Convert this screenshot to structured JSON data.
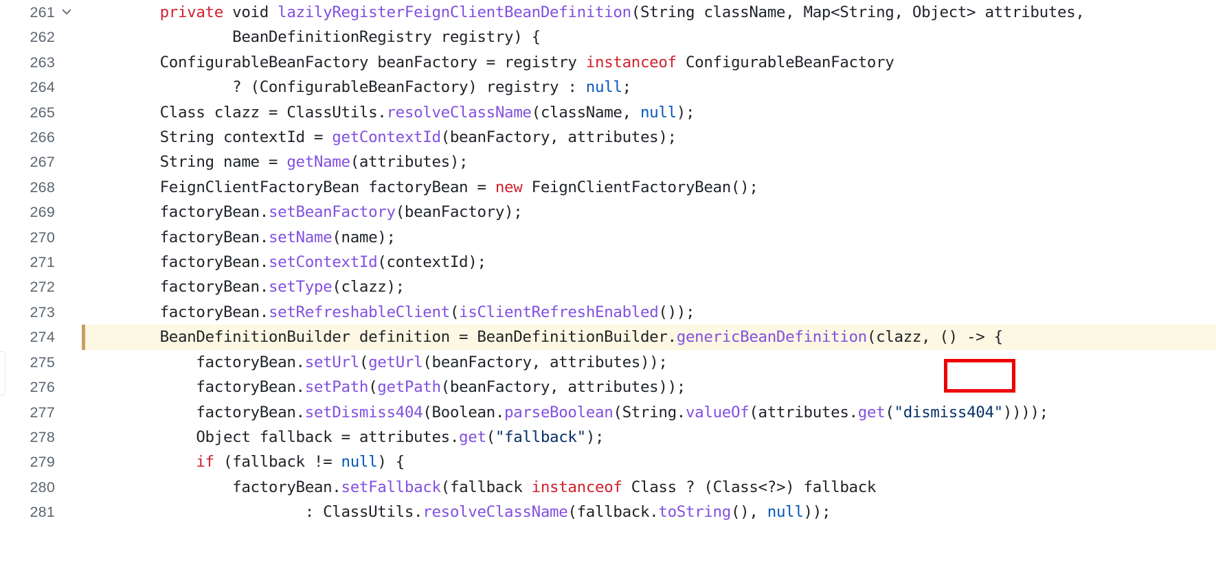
{
  "editor": {
    "kind": "code-viewer",
    "language": "java",
    "theme": "github-light",
    "colors": {
      "background": "#ffffff",
      "text": "#1f2328",
      "line_number": "#5b6570",
      "keyword": "#cf222e",
      "function": "#8250df",
      "constant_null": "#0757bb",
      "string": "#0a3069",
      "highlight_background": "#fdf8e3",
      "highlight_border": "#c9a063",
      "annotation_box": "#ee0000"
    },
    "first_line_number": 261,
    "last_line_number": 281,
    "highlighted_line_number": 274,
    "fold_chevron_line_number": 261,
    "fold_chevron_icon": "chevron-down-icon",
    "annotation": {
      "shape": "rectangle",
      "color": "#ee0000",
      "target_text": "clazz,",
      "on_line": 274
    }
  },
  "lines": [
    {
      "number": "261",
      "fold": true,
      "tokens": [
        {
          "t": "        ",
          "c": "pl"
        },
        {
          "t": "private",
          "c": "kw"
        },
        {
          "t": " void ",
          "c": "pl"
        },
        {
          "t": "lazilyRegisterFeignClientBeanDefinition",
          "c": "fn"
        },
        {
          "t": "(String className, Map<String, Object> attributes,",
          "c": "pl"
        }
      ]
    },
    {
      "number": "262",
      "fold": false,
      "tokens": [
        {
          "t": "                BeanDefinitionRegistry registry) {",
          "c": "pl"
        }
      ]
    },
    {
      "number": "263",
      "fold": false,
      "tokens": [
        {
          "t": "        ConfigurableBeanFactory beanFactory = registry ",
          "c": "pl"
        },
        {
          "t": "instanceof",
          "c": "kw"
        },
        {
          "t": " ConfigurableBeanFactory",
          "c": "pl"
        }
      ]
    },
    {
      "number": "264",
      "fold": false,
      "tokens": [
        {
          "t": "                ? (ConfigurableBeanFactory) registry : ",
          "c": "pl"
        },
        {
          "t": "null",
          "c": "null"
        },
        {
          "t": ";",
          "c": "pl"
        }
      ]
    },
    {
      "number": "265",
      "fold": false,
      "tokens": [
        {
          "t": "        Class clazz = ClassUtils.",
          "c": "pl"
        },
        {
          "t": "resolveClassName",
          "c": "fn"
        },
        {
          "t": "(className, ",
          "c": "pl"
        },
        {
          "t": "null",
          "c": "null"
        },
        {
          "t": ");",
          "c": "pl"
        }
      ]
    },
    {
      "number": "266",
      "fold": false,
      "tokens": [
        {
          "t": "        String contextId = ",
          "c": "pl"
        },
        {
          "t": "getContextId",
          "c": "fn"
        },
        {
          "t": "(beanFactory, attributes);",
          "c": "pl"
        }
      ]
    },
    {
      "number": "267",
      "fold": false,
      "tokens": [
        {
          "t": "        String name = ",
          "c": "pl"
        },
        {
          "t": "getName",
          "c": "fn"
        },
        {
          "t": "(attributes);",
          "c": "pl"
        }
      ]
    },
    {
      "number": "268",
      "fold": false,
      "tokens": [
        {
          "t": "        FeignClientFactoryBean factoryBean = ",
          "c": "pl"
        },
        {
          "t": "new",
          "c": "kw"
        },
        {
          "t": " FeignClientFactoryBean();",
          "c": "pl"
        }
      ]
    },
    {
      "number": "269",
      "fold": false,
      "tokens": [
        {
          "t": "        factoryBean.",
          "c": "pl"
        },
        {
          "t": "setBeanFactory",
          "c": "fn"
        },
        {
          "t": "(beanFactory);",
          "c": "pl"
        }
      ]
    },
    {
      "number": "270",
      "fold": false,
      "tokens": [
        {
          "t": "        factoryBean.",
          "c": "pl"
        },
        {
          "t": "setName",
          "c": "fn"
        },
        {
          "t": "(name);",
          "c": "pl"
        }
      ]
    },
    {
      "number": "271",
      "fold": false,
      "tokens": [
        {
          "t": "        factoryBean.",
          "c": "pl"
        },
        {
          "t": "setContextId",
          "c": "fn"
        },
        {
          "t": "(contextId);",
          "c": "pl"
        }
      ]
    },
    {
      "number": "272",
      "fold": false,
      "tokens": [
        {
          "t": "        factoryBean.",
          "c": "pl"
        },
        {
          "t": "setType",
          "c": "fn"
        },
        {
          "t": "(clazz);",
          "c": "pl"
        }
      ]
    },
    {
      "number": "273",
      "fold": false,
      "tokens": [
        {
          "t": "        factoryBean.",
          "c": "pl"
        },
        {
          "t": "setRefreshableClient",
          "c": "fn"
        },
        {
          "t": "(",
          "c": "pl"
        },
        {
          "t": "isClientRefreshEnabled",
          "c": "fn"
        },
        {
          "t": "());",
          "c": "pl"
        }
      ]
    },
    {
      "number": "274",
      "fold": false,
      "highlighted": true,
      "tokens": [
        {
          "t": "        BeanDefinitionBuilder definition = BeanDefinitionBuilder.",
          "c": "pl"
        },
        {
          "t": "genericBeanDefinition",
          "c": "fn"
        },
        {
          "t": "(clazz, () -> {",
          "c": "pl"
        }
      ]
    },
    {
      "number": "275",
      "fold": false,
      "tokens": [
        {
          "t": "            factoryBean.",
          "c": "pl"
        },
        {
          "t": "setUrl",
          "c": "fn"
        },
        {
          "t": "(",
          "c": "pl"
        },
        {
          "t": "getUrl",
          "c": "fn"
        },
        {
          "t": "(beanFactory, attributes));",
          "c": "pl"
        }
      ]
    },
    {
      "number": "276",
      "fold": false,
      "tokens": [
        {
          "t": "            factoryBean.",
          "c": "pl"
        },
        {
          "t": "setPath",
          "c": "fn"
        },
        {
          "t": "(",
          "c": "pl"
        },
        {
          "t": "getPath",
          "c": "fn"
        },
        {
          "t": "(beanFactory, attributes));",
          "c": "pl"
        }
      ]
    },
    {
      "number": "277",
      "fold": false,
      "tokens": [
        {
          "t": "            factoryBean.",
          "c": "pl"
        },
        {
          "t": "setDismiss404",
          "c": "fn"
        },
        {
          "t": "(Boolean.",
          "c": "pl"
        },
        {
          "t": "parseBoolean",
          "c": "fn"
        },
        {
          "t": "(String.",
          "c": "pl"
        },
        {
          "t": "valueOf",
          "c": "fn"
        },
        {
          "t": "(attributes.",
          "c": "pl"
        },
        {
          "t": "get",
          "c": "fn"
        },
        {
          "t": "(",
          "c": "pl"
        },
        {
          "t": "\"dismiss404\"",
          "c": "str"
        },
        {
          "t": "))));",
          "c": "pl"
        }
      ]
    },
    {
      "number": "278",
      "fold": false,
      "tokens": [
        {
          "t": "            Object fallback = attributes.",
          "c": "pl"
        },
        {
          "t": "get",
          "c": "fn"
        },
        {
          "t": "(",
          "c": "pl"
        },
        {
          "t": "\"fallback\"",
          "c": "str"
        },
        {
          "t": ");",
          "c": "pl"
        }
      ]
    },
    {
      "number": "279",
      "fold": false,
      "tokens": [
        {
          "t": "            ",
          "c": "pl"
        },
        {
          "t": "if",
          "c": "kw"
        },
        {
          "t": " (fallback != ",
          "c": "pl"
        },
        {
          "t": "null",
          "c": "null"
        },
        {
          "t": ") {",
          "c": "pl"
        }
      ]
    },
    {
      "number": "280",
      "fold": false,
      "tokens": [
        {
          "t": "                factoryBean.",
          "c": "pl"
        },
        {
          "t": "setFallback",
          "c": "fn"
        },
        {
          "t": "(fallback ",
          "c": "pl"
        },
        {
          "t": "instanceof",
          "c": "kw"
        },
        {
          "t": " Class ? (Class<?>) fallback",
          "c": "pl"
        }
      ]
    },
    {
      "number": "281",
      "fold": false,
      "tokens": [
        {
          "t": "                        : ClassUtils.",
          "c": "pl"
        },
        {
          "t": "resolveClassName",
          "c": "fn"
        },
        {
          "t": "(fallback.",
          "c": "pl"
        },
        {
          "t": "toString",
          "c": "fn"
        },
        {
          "t": "(), ",
          "c": "pl"
        },
        {
          "t": "null",
          "c": "null"
        },
        {
          "t": "));",
          "c": "pl"
        }
      ]
    }
  ]
}
